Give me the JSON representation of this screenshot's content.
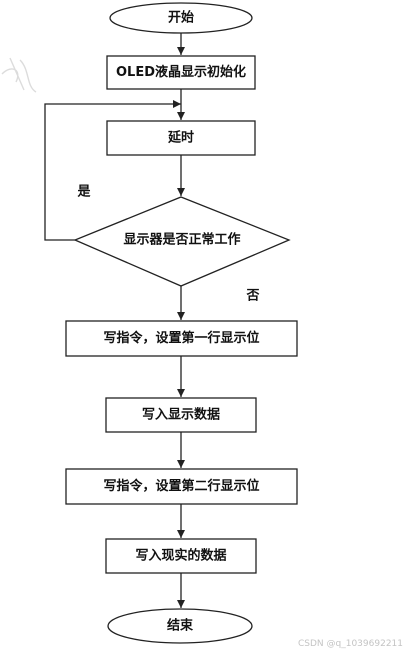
{
  "flowchart": {
    "start": "开始",
    "init": "OLED液晶显示初始化",
    "delay": "延时",
    "decision": "显示器是否正常工作",
    "yes": "是",
    "no": "否",
    "cmd_row1": "写指令，设置第一行显示位",
    "write_data1": "写入显示数据",
    "cmd_row2": "写指令，设置第二行显示位",
    "write_data2": "写入现实的数据",
    "end": "结束"
  },
  "watermark": "CSDN @q_1039692211"
}
